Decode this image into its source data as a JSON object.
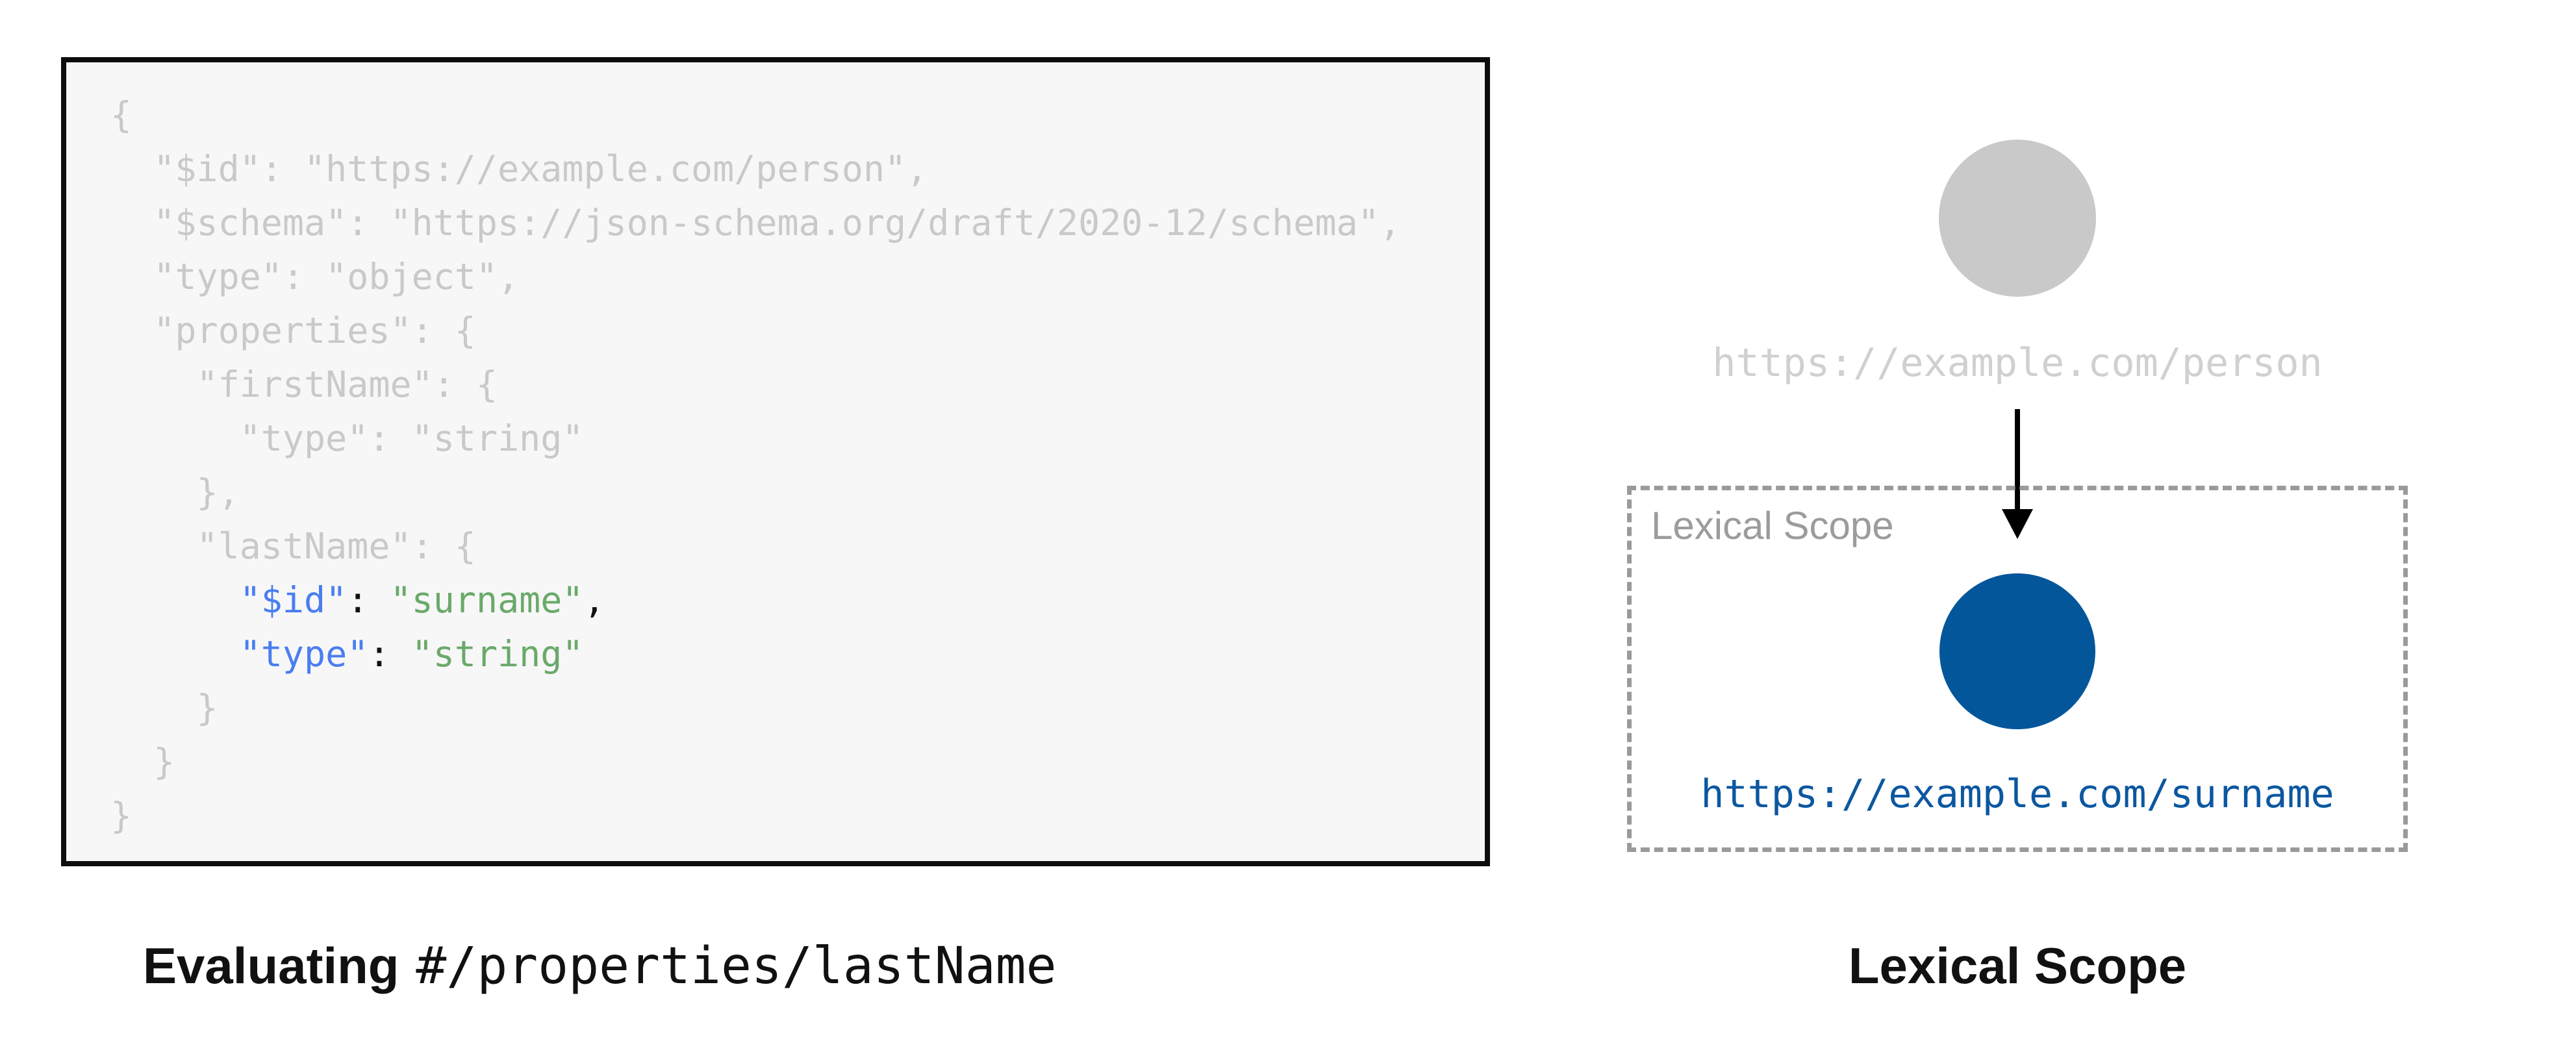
{
  "colors": {
    "code_bg": "#f7f7f7",
    "code_border": "#0d0d0d",
    "muted": "#c9c9c9",
    "key_blue": "#4a7df0",
    "string_green": "#6aa96a",
    "punct_dark": "#111111",
    "gray_circle": "#c9c9c9",
    "gray_url": "#d0d0d0",
    "dashed_border": "#9a9a9a",
    "scope_label_gray": "#9c9c9c",
    "blue_circle": "#04569b",
    "blue_url": "#0c57a0",
    "arrow_black": "#000000",
    "caption_black": "#111111"
  },
  "code_panel": {
    "caption_bold": "Evaluating",
    "caption_path": "#/properties/lastName",
    "lines": [
      [
        {
          "t": "{",
          "s": "muted"
        }
      ],
      [
        {
          "t": "  \"$id\": \"https://example.com/person\",",
          "s": "muted"
        }
      ],
      [
        {
          "t": "  \"$schema\": \"https://json-schema.org/draft/2020-12/schema\",",
          "s": "muted"
        }
      ],
      [
        {
          "t": "  \"type\": \"object\",",
          "s": "muted"
        }
      ],
      [
        {
          "t": "  \"properties\": {",
          "s": "muted"
        }
      ],
      [
        {
          "t": "    \"firstName\": {",
          "s": "muted"
        }
      ],
      [
        {
          "t": "      \"type\": \"string\"",
          "s": "muted"
        }
      ],
      [
        {
          "t": "    },",
          "s": "muted"
        }
      ],
      [
        {
          "t": "    \"lastName\": {",
          "s": "muted"
        }
      ],
      [
        {
          "t": "      ",
          "s": "muted"
        },
        {
          "t": "\"$id\"",
          "s": "key"
        },
        {
          "t": ": ",
          "s": "punct"
        },
        {
          "t": "\"surname\"",
          "s": "str"
        },
        {
          "t": ",",
          "s": "punct"
        }
      ],
      [
        {
          "t": "      ",
          "s": "muted"
        },
        {
          "t": "\"type\"",
          "s": "key"
        },
        {
          "t": ": ",
          "s": "punct"
        },
        {
          "t": "\"string\"",
          "s": "str"
        }
      ],
      [
        {
          "t": "    }",
          "s": "muted"
        }
      ],
      [
        {
          "t": "  }",
          "s": "muted"
        }
      ],
      [
        {
          "t": "}",
          "s": "muted"
        }
      ]
    ]
  },
  "scope_diagram": {
    "parent_uri": "https://example.com/person",
    "scope_label": "Lexical Scope",
    "child_uri": "https://example.com/surname",
    "caption": "Lexical Scope"
  }
}
